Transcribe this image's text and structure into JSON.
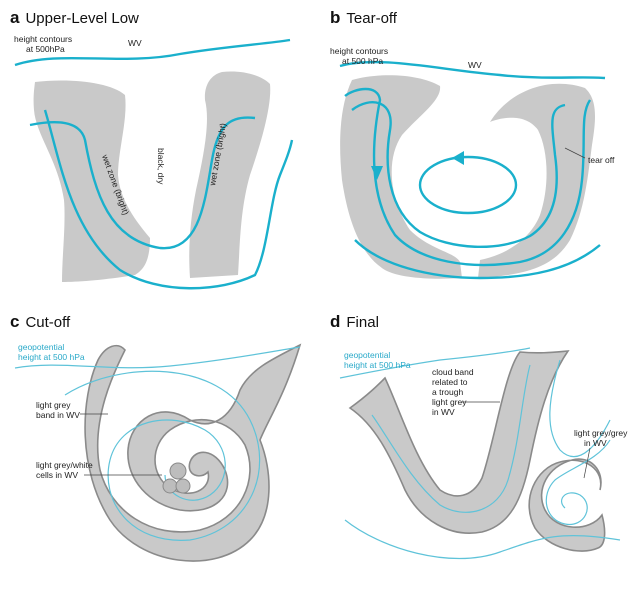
{
  "panels": {
    "a": {
      "letter": "a",
      "title": "Upper-Level Low",
      "labels": {
        "wv": "WV",
        "contours_1": "height contours",
        "contours_2": "at 500hPa",
        "wet_left": "wet zone (bright)",
        "dry": "black, dry",
        "wet_right": "wet zone (bright)"
      }
    },
    "b": {
      "letter": "b",
      "title": "Tear-off",
      "labels": {
        "contours_1": "height contours",
        "contours_2": "at 500 hPa",
        "wv": "WV",
        "tear": "tear off"
      }
    },
    "c": {
      "letter": "c",
      "title": "Cut-off",
      "labels": {
        "geo_1": "geopotential",
        "geo_2": "height at 500 hPa",
        "band_1": "light grey",
        "band_2": "band in WV",
        "cells_1": "light grey/white",
        "cells_2": "cells in WV"
      }
    },
    "d": {
      "letter": "d",
      "title": "Final",
      "labels": {
        "geo_1": "geopotential",
        "geo_2": "height at 500 hPa",
        "cloud_1": "cloud band",
        "cloud_2": "related to",
        "cloud_3": "a trough",
        "cloud_4": "light grey",
        "cloud_5": "in WV",
        "grey_1": "light grey/grey",
        "grey_2": "in WV"
      }
    }
  },
  "colors": {
    "contour": "#1ab0cc",
    "contour_light": "#5fc3d9",
    "cloud": "#c9c9c9",
    "cloud_edge": "#8a8a8a"
  }
}
